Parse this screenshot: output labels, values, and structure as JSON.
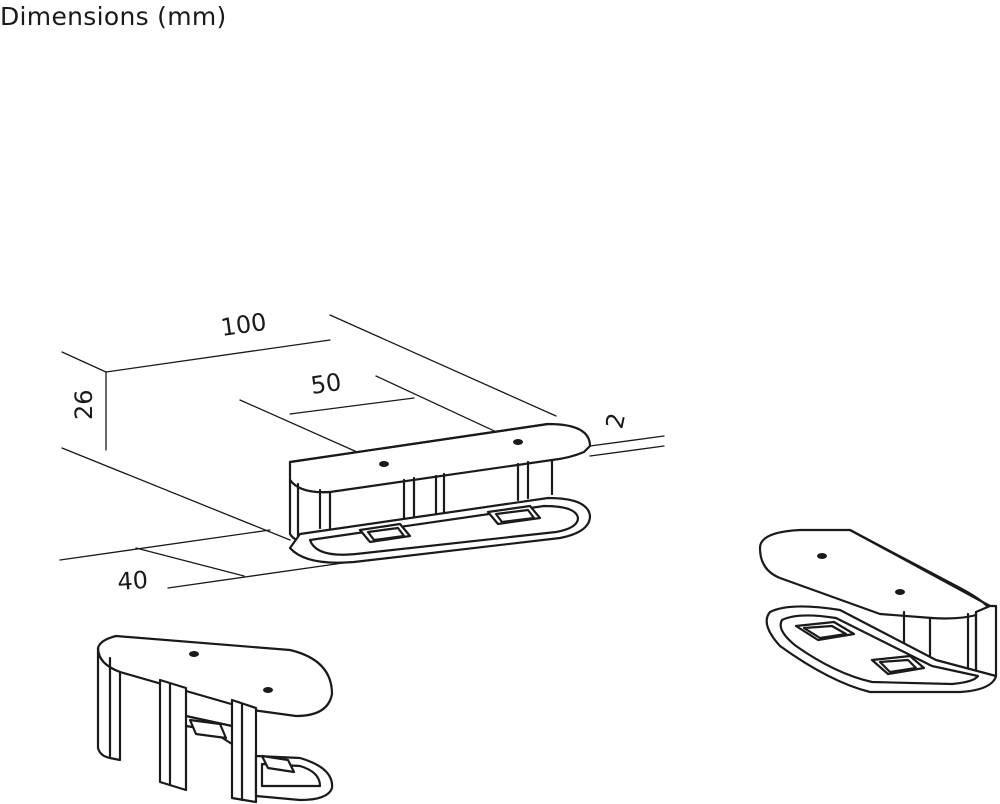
{
  "title": "Dimensions (mm)",
  "dimensions": {
    "length": "100",
    "hole_spacing": "50",
    "height": "26",
    "thickness": "2",
    "width": "40"
  }
}
